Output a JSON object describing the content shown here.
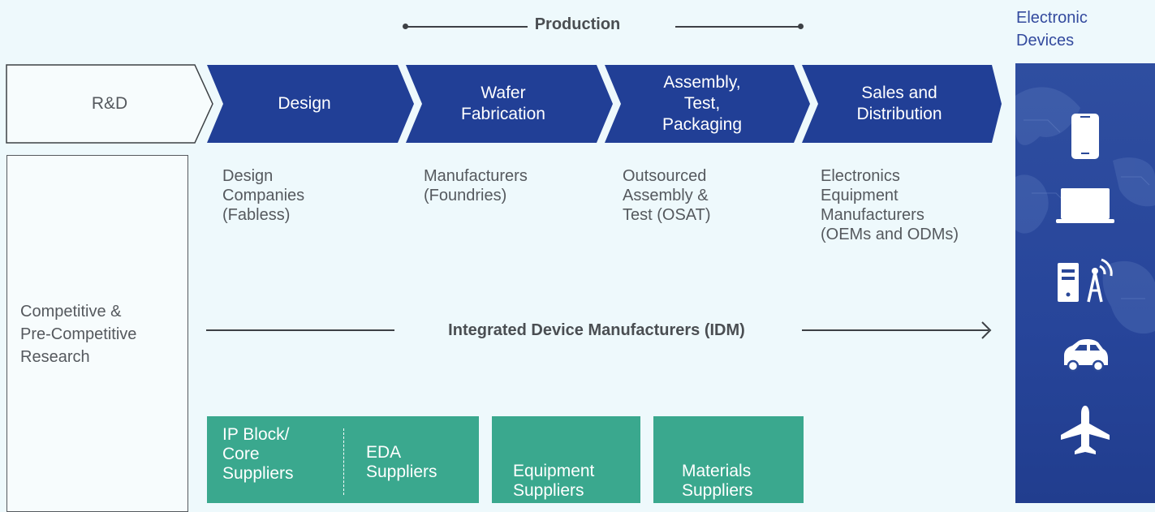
{
  "production": {
    "label": "Production"
  },
  "devices": {
    "title": "Electronic\nDevices",
    "icons": [
      "smartphone-icon",
      "laptop-icon",
      "server-antenna-icon",
      "car-icon",
      "airplane-icon"
    ]
  },
  "chain": {
    "rd": "R&D",
    "stages": [
      {
        "name": "Design",
        "desc": "Design\nCompanies\n(Fabless)"
      },
      {
        "name": "Wafer\nFabrication",
        "desc": "Manufacturers\n(Foundries)"
      },
      {
        "name": "Assembly,\nTest,\nPackaging",
        "desc": "Outsourced\nAssembly &\nTest (OSAT)"
      },
      {
        "name": "Sales and\nDistribution",
        "desc": "Electronics\nEquipment\nManufacturers\n(OEMs and ODMs)"
      }
    ]
  },
  "research": {
    "label": "Competitive &\nPre-Competitive\nResearch"
  },
  "idm": {
    "label": "Integrated Device Manufacturers (IDM)"
  },
  "suppliers": {
    "ip": "IP Block/\nCore\nSuppliers",
    "eda": "EDA\nSuppliers",
    "equipment": "Equipment\nSuppliers",
    "materials": "Materials\nSuppliers"
  },
  "colors": {
    "chevron": "#213f96",
    "supplier": "#3aa88e",
    "device_panel": "#2a4898",
    "text": "#55595e"
  }
}
